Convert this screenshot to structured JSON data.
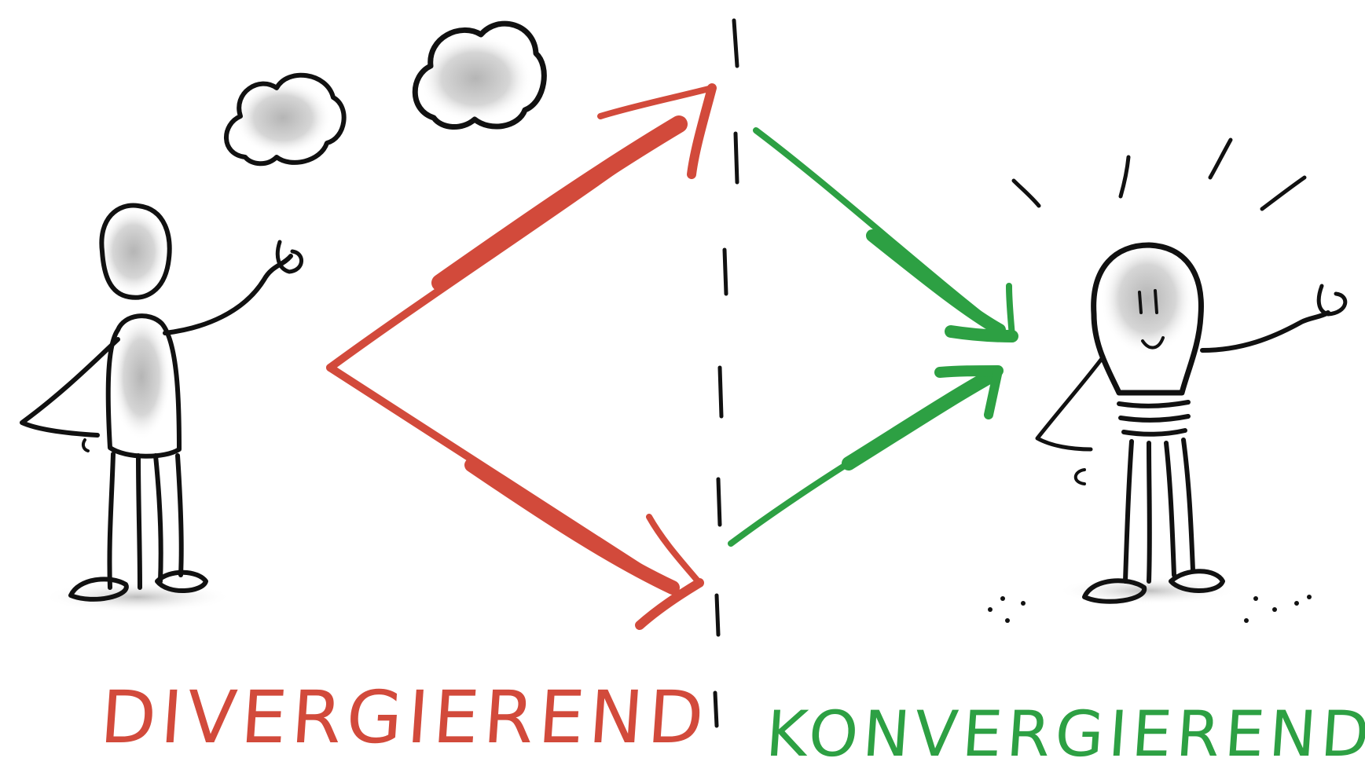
{
  "labels": {
    "divergent": "DIVERGIEREND",
    "convergent": "KONVERGIEREND"
  },
  "colors": {
    "divergent": "#d24a3b",
    "convergent": "#2da043",
    "ink": "#111111",
    "shade": "#c9c9c9"
  },
  "icons": {
    "left_figure": "person-thinking-icon",
    "thought_clouds": "thought-cloud-icon",
    "right_figure": "lightbulb-person-icon",
    "divider": "dashed-divider-line"
  }
}
